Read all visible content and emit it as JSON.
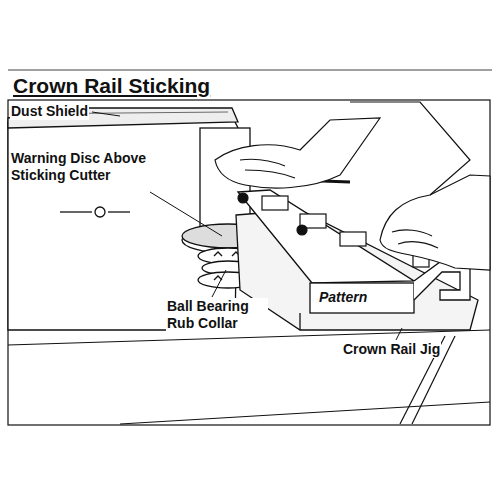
{
  "diagram": {
    "title": "Crown Rail Sticking",
    "labels": [
      "Dust Shield",
      "Warning Disc Above Sticking Cutter",
      "Ball Bearing Rub Collar",
      "Pattern",
      "Crown Rail Jig"
    ]
  }
}
